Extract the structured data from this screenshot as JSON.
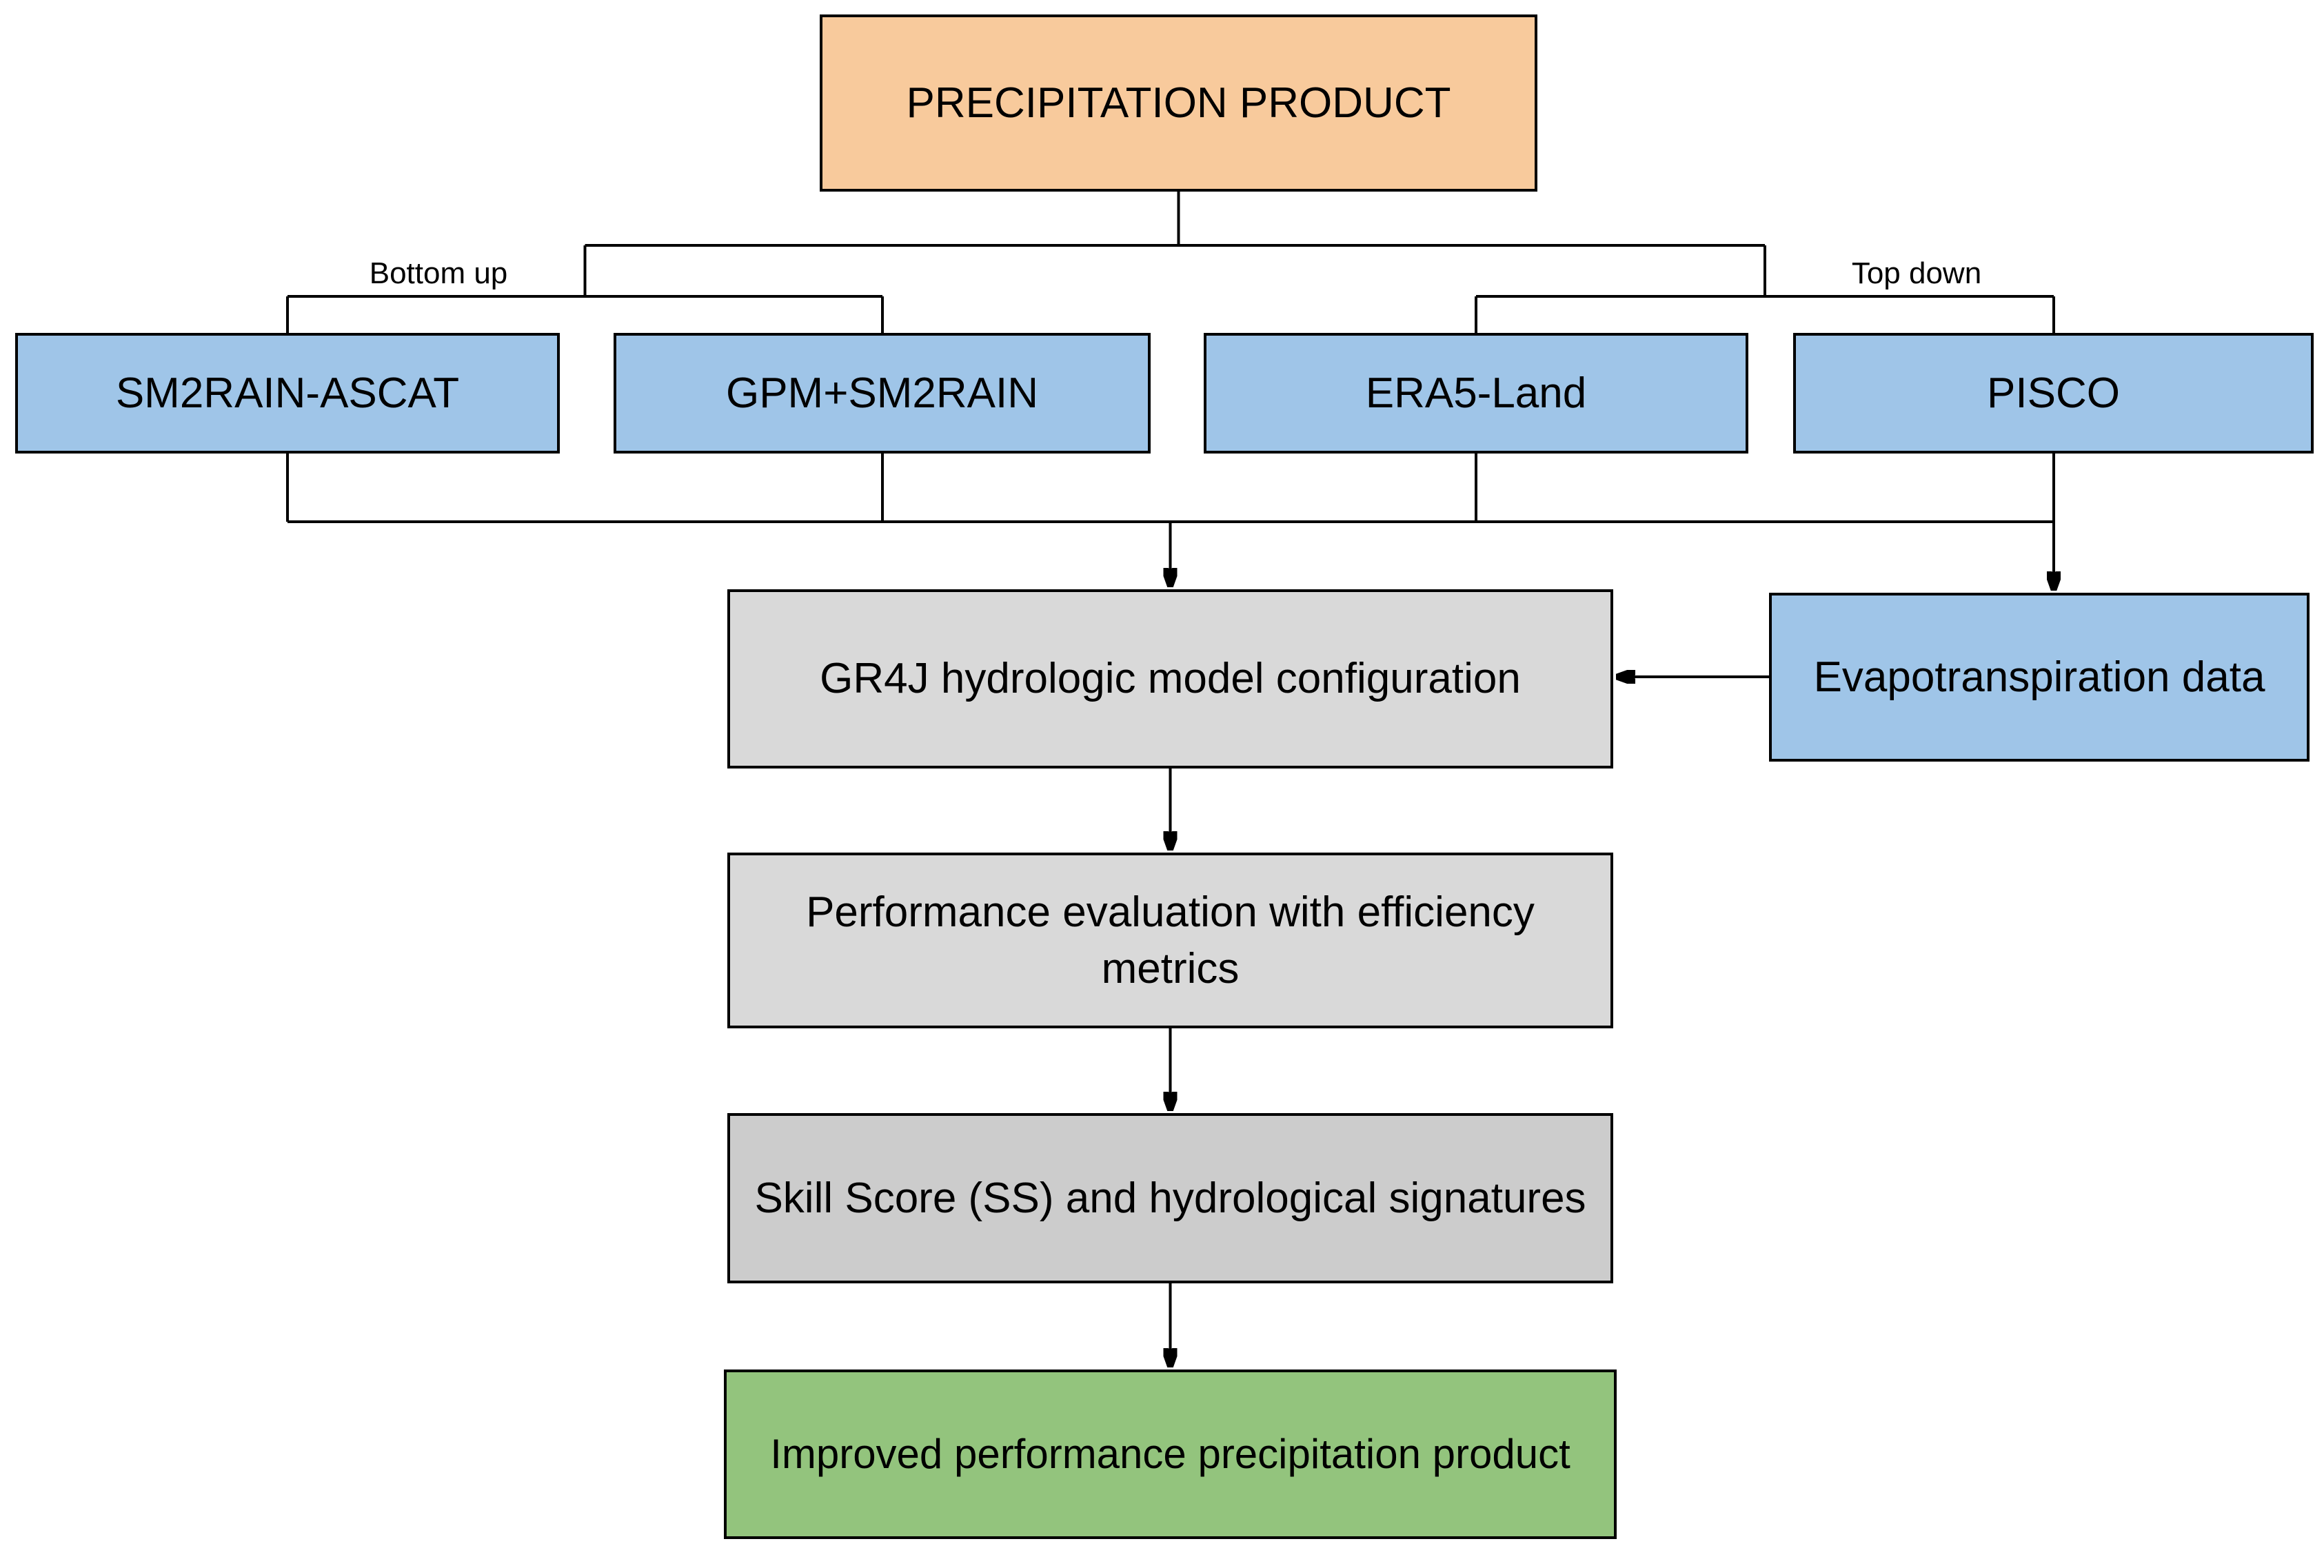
{
  "diagram": {
    "background_color": "#FFFFFF",
    "line_color": "#000000",
    "root": {
      "label": "PRECIPITATION PRODUCT",
      "fill": "#F8CA9C"
    },
    "branches": {
      "left_label": "Bottom up",
      "right_label": "Top down"
    },
    "products": [
      {
        "label": "SM2RAIN-ASCAT",
        "fill": "#9FC5E8",
        "branch": "Bottom up"
      },
      {
        "label": "GPM+SM2RAIN",
        "fill": "#9FC5E8",
        "branch": "Bottom up"
      },
      {
        "label": "ERA5-Land",
        "fill": "#9FC5E8",
        "branch": "Top down"
      },
      {
        "label": "PISCO",
        "fill": "#9FC5E8",
        "branch": "Top down"
      }
    ],
    "evapotranspiration": {
      "label": "Evapotranspiration data",
      "fill": "#9FC5E8"
    },
    "steps": [
      {
        "label": "GR4J hydrologic model configuration",
        "fill": "#D9D9D9"
      },
      {
        "label": "Performance evaluation with efficiency metrics",
        "fill": "#D9D9D9"
      },
      {
        "label": "Skill Score (SS) and hydrological signatures",
        "fill": "#CCCCCC"
      },
      {
        "label": "Improved performance precipitation product",
        "fill": "#93C47D"
      }
    ],
    "edges": [
      {
        "from": "PRECIPITATION PRODUCT",
        "to": "SM2RAIN-ASCAT"
      },
      {
        "from": "PRECIPITATION PRODUCT",
        "to": "GPM+SM2RAIN"
      },
      {
        "from": "PRECIPITATION PRODUCT",
        "to": "ERA5-Land"
      },
      {
        "from": "PRECIPITATION PRODUCT",
        "to": "PISCO"
      },
      {
        "from": "SM2RAIN-ASCAT",
        "to": "GR4J hydrologic model configuration"
      },
      {
        "from": "GPM+SM2RAIN",
        "to": "GR4J hydrologic model configuration"
      },
      {
        "from": "ERA5-Land",
        "to": "GR4J hydrologic model configuration"
      },
      {
        "from": "PISCO",
        "to": "GR4J hydrologic model configuration"
      },
      {
        "from": "PISCO",
        "to": "Evapotranspiration data"
      },
      {
        "from": "Evapotranspiration data",
        "to": "GR4J hydrologic model configuration"
      },
      {
        "from": "GR4J hydrologic model configuration",
        "to": "Performance evaluation with efficiency metrics"
      },
      {
        "from": "Performance evaluation with efficiency metrics",
        "to": "Skill Score (SS) and hydrological signatures"
      },
      {
        "from": "Skill Score (SS) and hydrological signatures",
        "to": "Improved performance precipitation product"
      }
    ]
  }
}
